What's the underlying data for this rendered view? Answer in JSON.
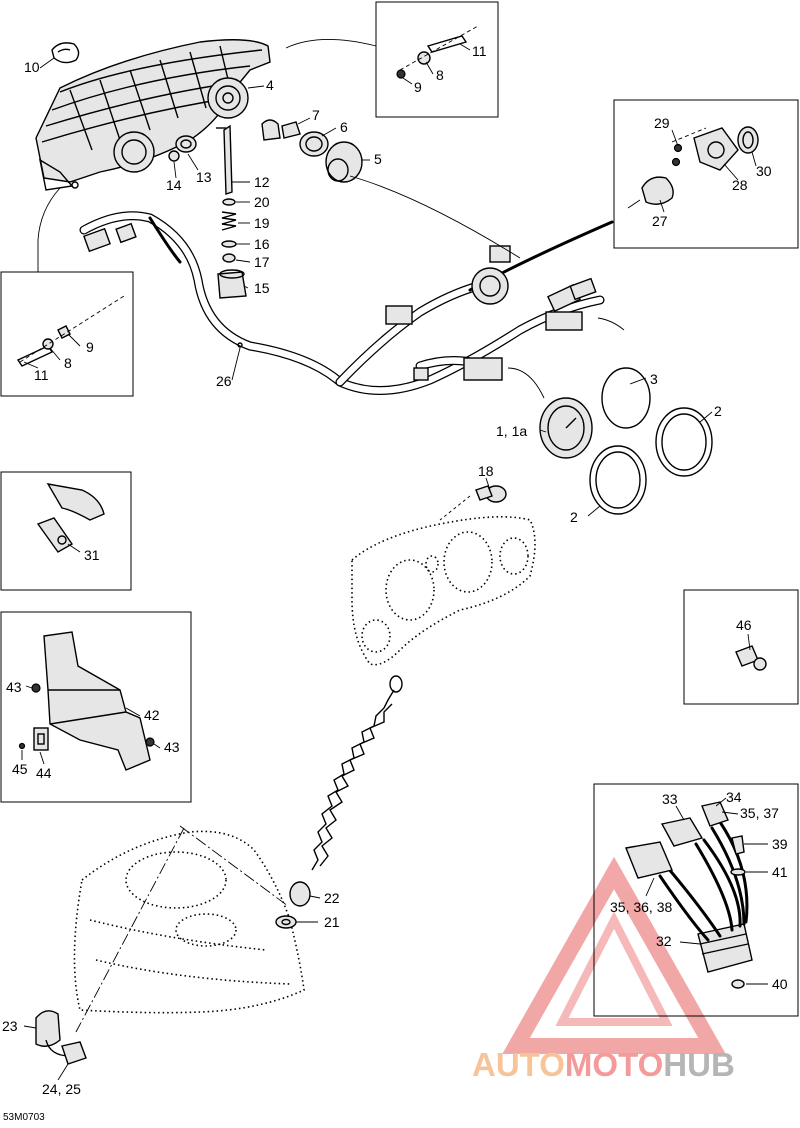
{
  "diagram_code": "53M0703",
  "watermark": {
    "part1": "AUTO",
    "part2": "MOTO",
    "part3": "HUB"
  },
  "callouts": {
    "c10": "10",
    "c11a": "11",
    "c8a": "8",
    "c9a": "9",
    "c4": "4",
    "c7": "7",
    "c6": "6",
    "c5": "5",
    "c14": "14",
    "c13": "13",
    "c12": "12",
    "c20": "20",
    "c19": "19",
    "c16": "16",
    "c17": "17",
    "c15": "15",
    "c29": "29",
    "c28": "28",
    "c30": "30",
    "c27": "27",
    "c9b": "9",
    "c8b": "8",
    "c11b": "11",
    "c26": "26",
    "c3": "3",
    "c2a": "2",
    "c1": "1, 1a",
    "c2b": "2",
    "c18": "18",
    "c31": "31",
    "c46": "46",
    "c43a": "43",
    "c42": "42",
    "c43b": "43",
    "c45": "45",
    "c44": "44",
    "c33": "33",
    "c34": "34",
    "c3537": "35, 37",
    "c39": "39",
    "c41": "41",
    "c353638": "35, 36, 38",
    "c32": "32",
    "c40": "40",
    "c22": "22",
    "c21": "21",
    "c23": "23",
    "c2425": "24, 25"
  }
}
